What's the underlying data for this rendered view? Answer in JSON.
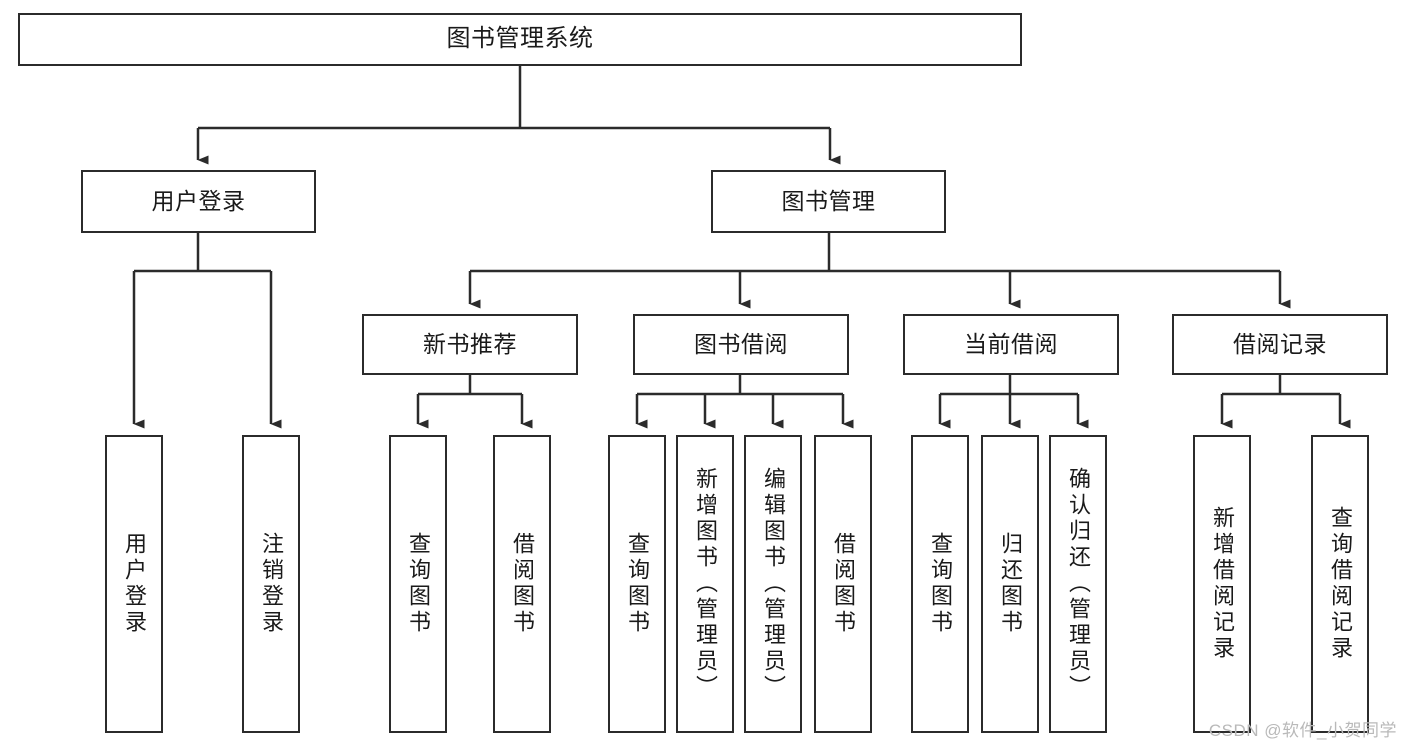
{
  "diagram": {
    "title": "图书管理系统",
    "type": "tree-hierarchy",
    "watermark": "CSDN @软件_小贺同学",
    "colors": {
      "stroke": "#2b2b2b",
      "fill": "#ffffff",
      "text": "#1a1a1a",
      "watermark": "#b9b9b9"
    },
    "root": {
      "label": "图书管理系统"
    },
    "level2": [
      {
        "label": "用户登录"
      },
      {
        "label": "图书管理"
      }
    ],
    "level3": [
      {
        "label": "新书推荐"
      },
      {
        "label": "图书借阅"
      },
      {
        "label": "当前借阅"
      },
      {
        "label": "借阅记录"
      }
    ],
    "leaves": [
      {
        "label": "用户登录",
        "parent": "用户登录"
      },
      {
        "label": "注销登录",
        "parent": "用户登录"
      },
      {
        "label": "查询图书",
        "parent": "新书推荐"
      },
      {
        "label": "借阅图书",
        "parent": "新书推荐"
      },
      {
        "label": "查询图书",
        "parent": "图书借阅"
      },
      {
        "label": "新增图书（管理员）",
        "parent": "图书借阅"
      },
      {
        "label": "编辑图书（管理员）",
        "parent": "图书借阅"
      },
      {
        "label": "借阅图书",
        "parent": "图书借阅"
      },
      {
        "label": "查询图书",
        "parent": "当前借阅"
      },
      {
        "label": "归还图书",
        "parent": "当前借阅"
      },
      {
        "label": "确认归还（管理员）",
        "parent": "当前借阅"
      },
      {
        "label": "新增借阅记录",
        "parent": "借阅记录"
      },
      {
        "label": "查询借阅记录",
        "parent": "借阅记录"
      }
    ]
  }
}
